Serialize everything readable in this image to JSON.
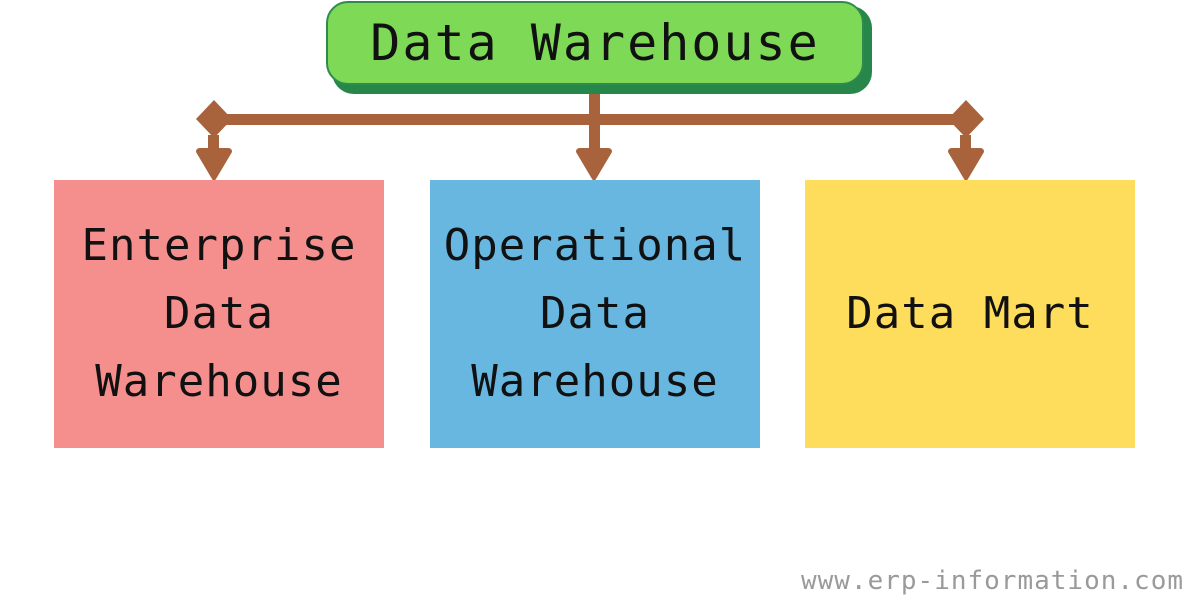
{
  "diagram": {
    "root": {
      "label": "Data Warehouse",
      "fill": "#7ed957",
      "border": "#2e8b4e"
    },
    "children": [
      {
        "label_lines": [
          "Enterprise",
          "Data",
          "Warehouse"
        ],
        "fill": "#f48f8e"
      },
      {
        "label_lines": [
          "Operational",
          "Data",
          "Warehouse"
        ],
        "fill": "#68b7e1"
      },
      {
        "label_lines": [
          "Data Mart"
        ],
        "fill": "#ffdd5c"
      }
    ],
    "connector_color": "#a8633d",
    "watermark": "www.erp-information.com"
  }
}
